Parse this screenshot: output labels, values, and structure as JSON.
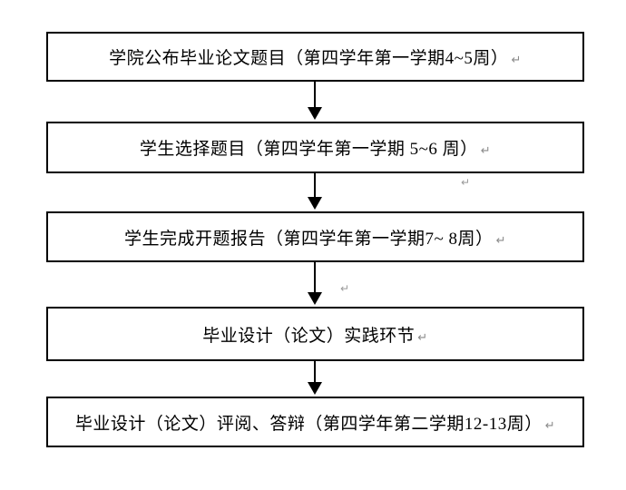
{
  "diagram": {
    "type": "flowchart",
    "direction": "top-down",
    "steps": [
      {
        "label": "学院公布毕业论文题目（第四学年第一学期4~5周）"
      },
      {
        "label": "学生选择题目（第四学年第一学期 5~6 周）"
      },
      {
        "label": "学生完成开题报告（第四学年第一学期7~ 8周）"
      },
      {
        "label": "毕业设计（论文）实践环节"
      },
      {
        "label": "毕业设计（论文）评阅、答辩（第四学年第二学期12-13周）"
      }
    ],
    "connectors": [
      {
        "from": 1,
        "to": 2,
        "style": "arrow-down"
      },
      {
        "from": 2,
        "to": 3,
        "style": "arrow-down"
      },
      {
        "from": 3,
        "to": 4,
        "style": "arrow-down"
      },
      {
        "from": 4,
        "to": 5,
        "style": "arrow-down"
      }
    ],
    "line_break_mark": "↵",
    "colors": {
      "background": "#ffffff",
      "box_border": "#000000",
      "text": "#000000",
      "arrow": "#000000",
      "formatting_mark": "#8a8a8a"
    }
  }
}
